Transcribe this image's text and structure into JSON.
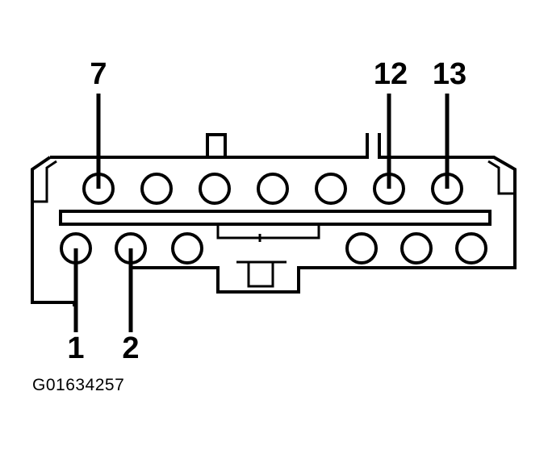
{
  "diagram": {
    "top_labels": [
      "7",
      "12",
      "13"
    ],
    "bottom_labels": [
      "1",
      "2"
    ],
    "figure_id": "G01634257",
    "top_row_pin_count": 7,
    "bottom_row_pin_count": 6
  }
}
